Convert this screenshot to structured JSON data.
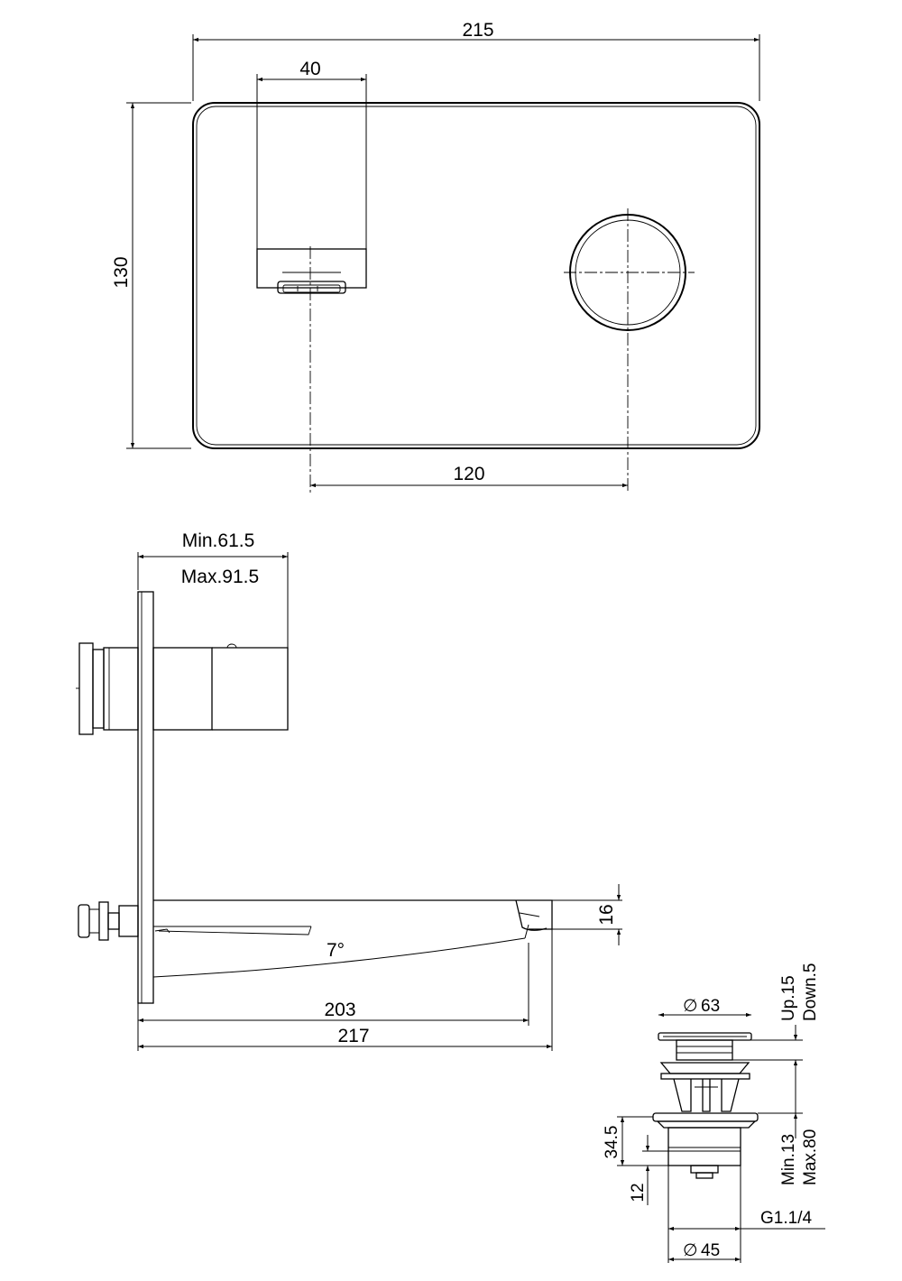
{
  "dimensions": {
    "plate_width": "215",
    "outlet_width": "40",
    "plate_height": "130",
    "center_distance": "120",
    "depth_min": "Min.61.5",
    "depth_max": "Max.91.5",
    "spout_height": "16",
    "spout_angle": "7°",
    "spout_reach_inner": "203",
    "spout_reach_total": "217",
    "waste_head_diameter": "63",
    "waste_up": "Up.15",
    "waste_down": "Down.5",
    "waste_body_height": "34.5",
    "waste_tail_height": "12",
    "waste_min": "Min.13",
    "waste_max": "Max.80",
    "waste_thread": "G1.1/4",
    "waste_body_diameter": "45",
    "diameter_symbol": "∅"
  }
}
